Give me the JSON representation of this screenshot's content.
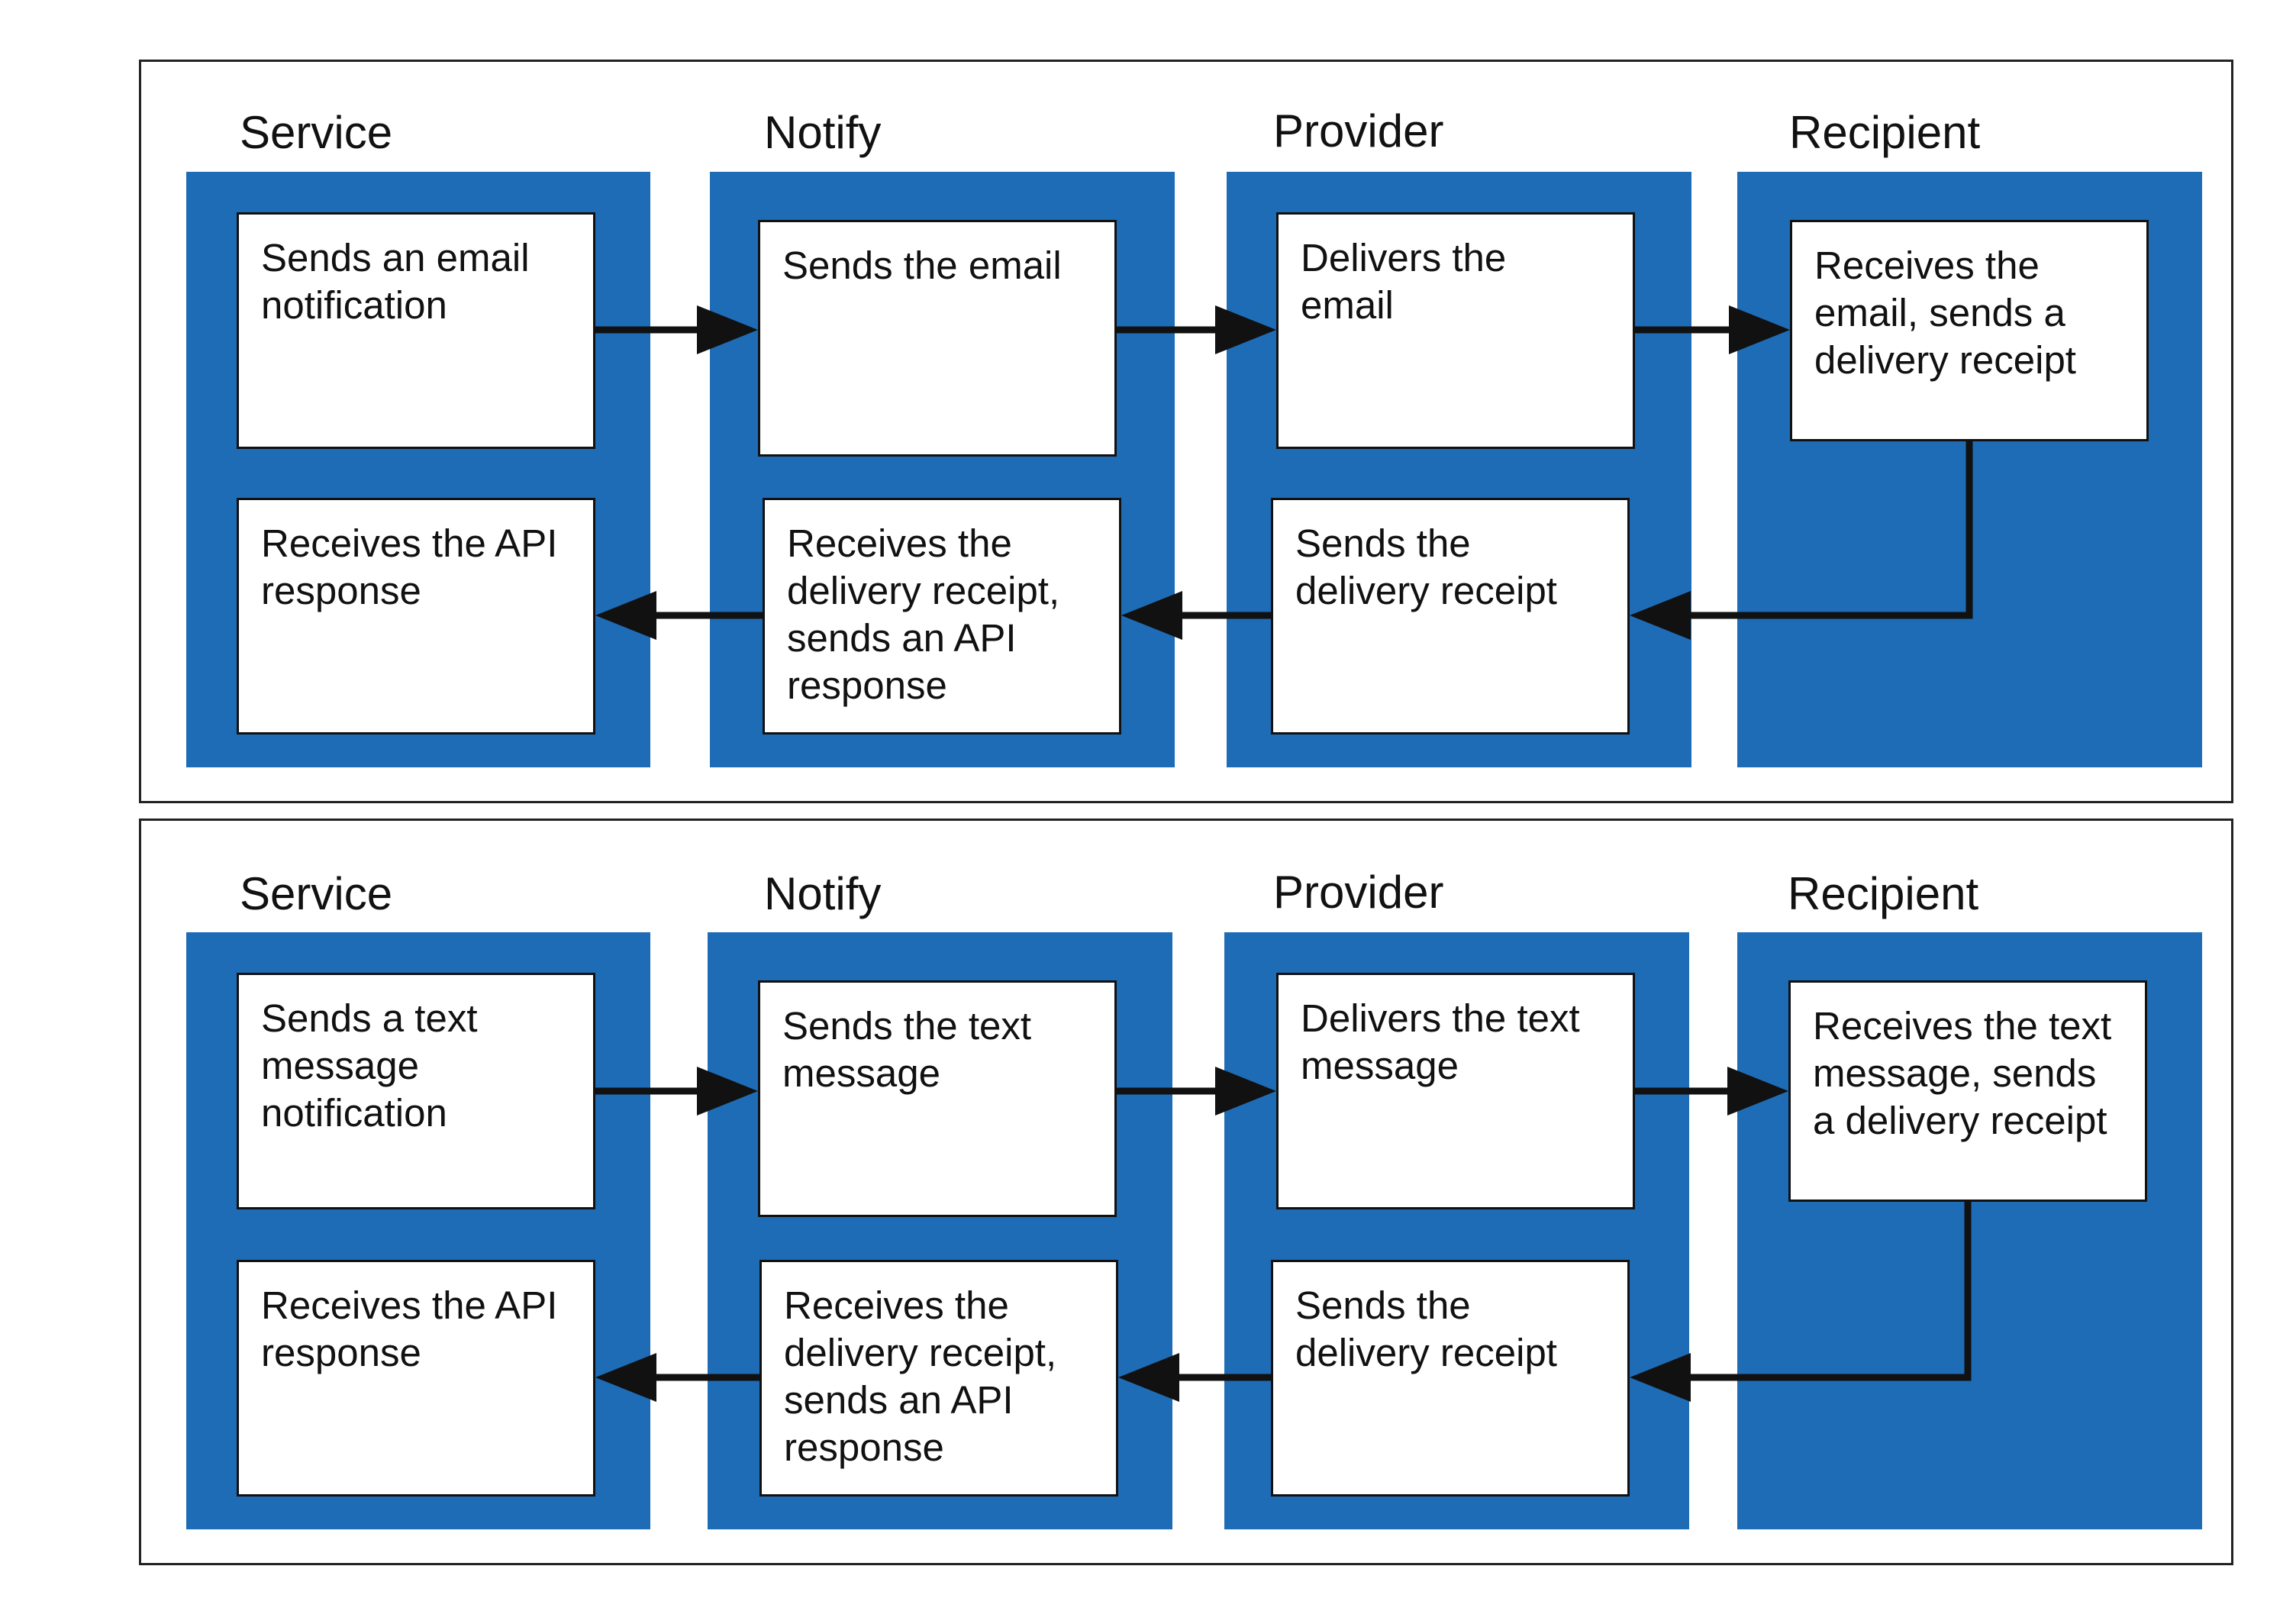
{
  "colors": {
    "lane": "#1e6cb6",
    "box": "#ffffff",
    "line": "#111111"
  },
  "top": {
    "lanes": [
      "Service",
      "Notify",
      "Provider",
      "Recipient"
    ],
    "boxes": {
      "service_send": "Sends an email\nnotification",
      "service_receive": "Receives the API\nresponse",
      "notify_send": "Sends the email",
      "notify_receive": "Receives the\ndelivery receipt,\nsends an API\nresponse",
      "provider_send": "Delivers the\nemail",
      "provider_receive": "Sends the\ndelivery receipt",
      "recipient": "Receives the\nemail, sends a\ndelivery receipt"
    }
  },
  "bottom": {
    "lanes": [
      "Service",
      "Notify",
      "Provider",
      "Recipient"
    ],
    "boxes": {
      "service_send": "Sends a text\nmessage\nnotification",
      "service_receive": "Receives the API\nresponse",
      "notify_send": "Sends the text\nmessage",
      "notify_receive": "Receives the\ndelivery receipt,\nsends an API\nresponse",
      "provider_send": "Delivers the text\nmessage",
      "provider_receive": "Sends the\ndelivery receipt",
      "recipient": "Receives the text\nmessage, sends\na delivery receipt"
    }
  }
}
